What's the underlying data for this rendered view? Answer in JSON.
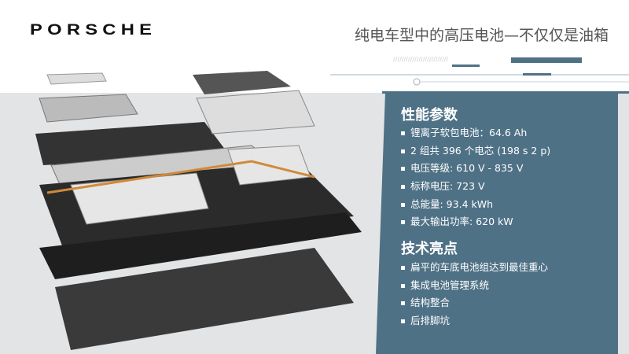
{
  "brand": "PORSCHE",
  "title": "纯电车型中的高压电池—不仅仅是油箱",
  "colors": {
    "panel": "#4f7186",
    "band": "#e3e4e5"
  },
  "performance": {
    "heading": "性能参数",
    "items": [
      "锂离子软包电池：64.6 Ah",
      "2 组共 396 个电芯 (198 s 2 p)",
      "电压等级: 610 V - 835 V",
      "标称电压: 723 V",
      "总能量: 93.4 kWh",
      "最大输出功率: 620 kW"
    ]
  },
  "highlights": {
    "heading": "技术亮点",
    "items": [
      "扁平的车底电池组达到最佳重心",
      "集成电池管理系统",
      "结构整合",
      "后排脚坑"
    ]
  }
}
